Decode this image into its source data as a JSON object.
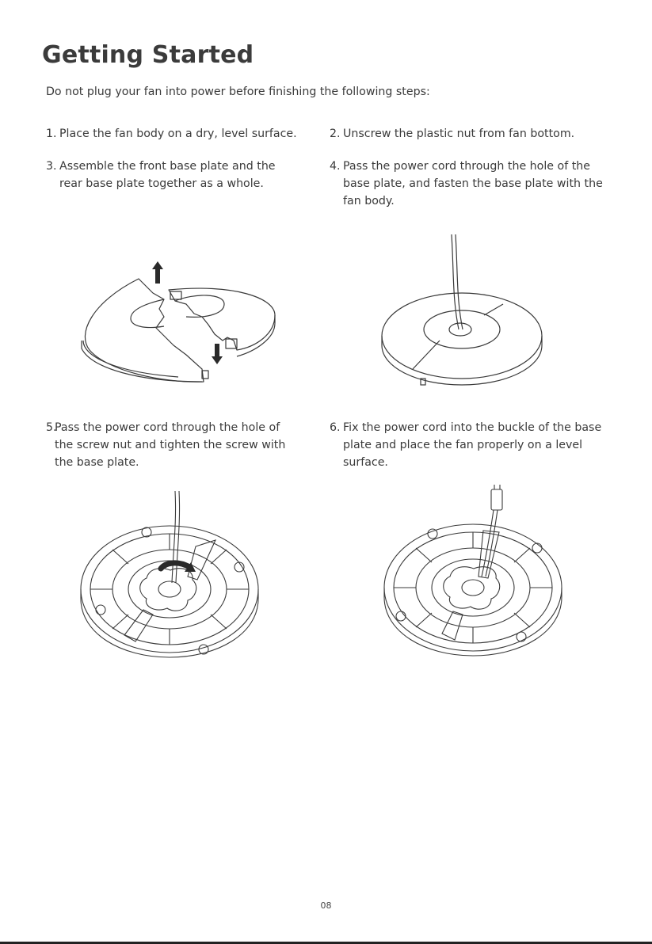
{
  "page": {
    "title": "Getting Started",
    "intro": "Do not plug your fan into power before finishing the following steps:",
    "page_number": "08"
  },
  "steps": [
    {
      "num": "1.",
      "text": "Place the fan body on a dry, level surface."
    },
    {
      "num": "2.",
      "text": "Unscrew the plastic nut from fan bottom."
    },
    {
      "num": "3.",
      "text": "Assemble the front base plate and the rear base plate together as a whole."
    },
    {
      "num": "4.",
      "text": "Pass the power cord through the hole of the base plate, and fasten the base plate with the fan body."
    },
    {
      "num": "5.",
      "text": "Pass the power cord through the hole of the screw nut and tighten the screw with the base plate."
    },
    {
      "num": "6.",
      "text": "Fix the power cord into the buckle of the base plate and place the fan properly on a level surface."
    }
  ],
  "figures": {
    "line_color": "#3a3a3a",
    "arrow_color": "#2a2a2a"
  }
}
